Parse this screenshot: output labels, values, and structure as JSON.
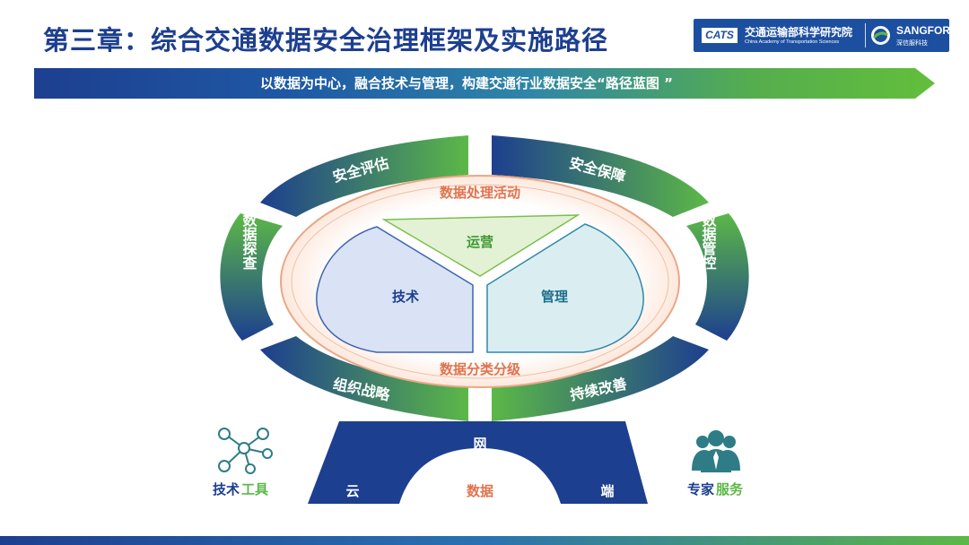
{
  "header": {
    "title": "第三章：综合交通数据安全治理框架及实施路径",
    "logo_cats": "CATS",
    "logo_cn": "交通运输部科学研究院",
    "logo_en": "China Academy of Transportation Sciences",
    "logo_sangfor": "SANGFOR",
    "logo_sangfor_cn": "深信服科技"
  },
  "banner": {
    "text": "以数据为中心，融合技术与管理，构建交通行业数据安全“路径蓝图 ”"
  },
  "diagram": {
    "segments": {
      "top_left": "安全评估",
      "top_right": "安全保障",
      "left": "数据探查",
      "right": "数据管控",
      "bottom_left": "组织战略",
      "bottom_right": "持续改善"
    },
    "ring": {
      "top": "数据处理活动",
      "bottom": "数据分类分级"
    },
    "core": {
      "ops": "运营",
      "tech": "技术",
      "mgmt": "管理"
    },
    "base": {
      "top": "网",
      "left": "云",
      "center": "数据",
      "right": "端"
    },
    "tools": {
      "part1": "技术",
      "part2": "工具"
    },
    "experts": {
      "part1": "专家",
      "part2": "服务"
    }
  },
  "colors": {
    "navy": "#1d3f8f",
    "green": "#5cb847",
    "orange_label": "#e0734f",
    "teal_icon": "#2e7d86"
  }
}
